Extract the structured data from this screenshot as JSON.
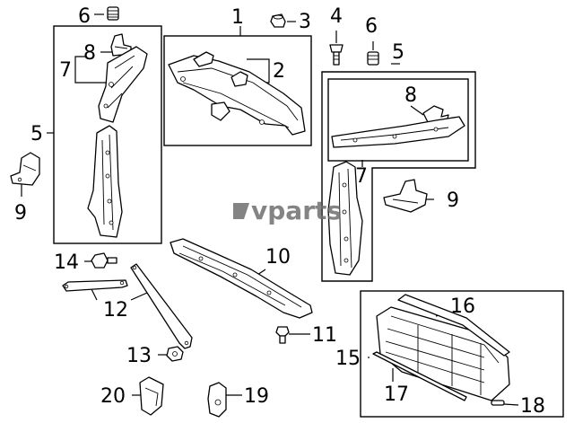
{
  "callouts": {
    "c1": "1",
    "c2": "2",
    "c3": "3",
    "c4": "4",
    "c5_left": "5",
    "c5_right": "5",
    "c6_left": "6",
    "c6_right": "6",
    "c7_left": "7",
    "c7_right": "7",
    "c8_left": "8",
    "c8_right": "8",
    "c9_left": "9",
    "c9_right": "9",
    "c10": "10",
    "c11": "11",
    "c12": "12",
    "c13": "13",
    "c14": "14",
    "c15": "15",
    "c16": "16",
    "c17": "17",
    "c18": "18",
    "c19": "19",
    "c20": "20"
  },
  "watermark": "vparts",
  "colors": {
    "line": "#000000",
    "background": "#ffffff",
    "watermark": "#6f6f6f"
  }
}
